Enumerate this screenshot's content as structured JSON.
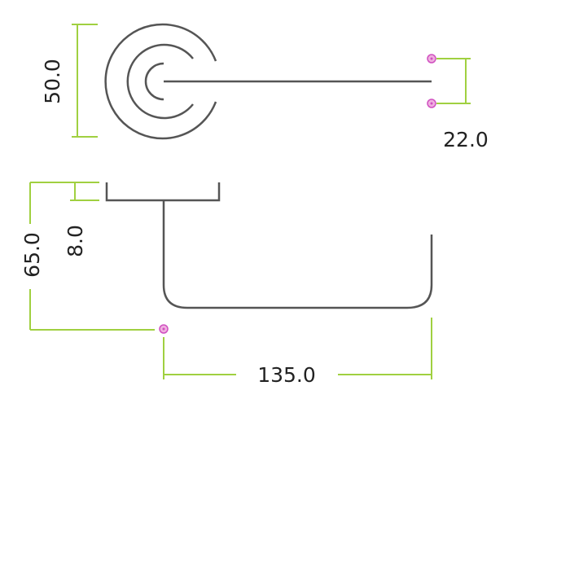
{
  "title": "Door lever handle on round rose - dimension drawing",
  "colors": {
    "outline": "#555555",
    "dimension": "#a0d040",
    "marker": "#d050c0",
    "text": "#222222"
  },
  "dimensions": {
    "rose_diameter": "50.0",
    "fixing_centres": "22.0",
    "rose_thickness": "8.0",
    "projection": "65.0",
    "lever_length": "135.0"
  }
}
